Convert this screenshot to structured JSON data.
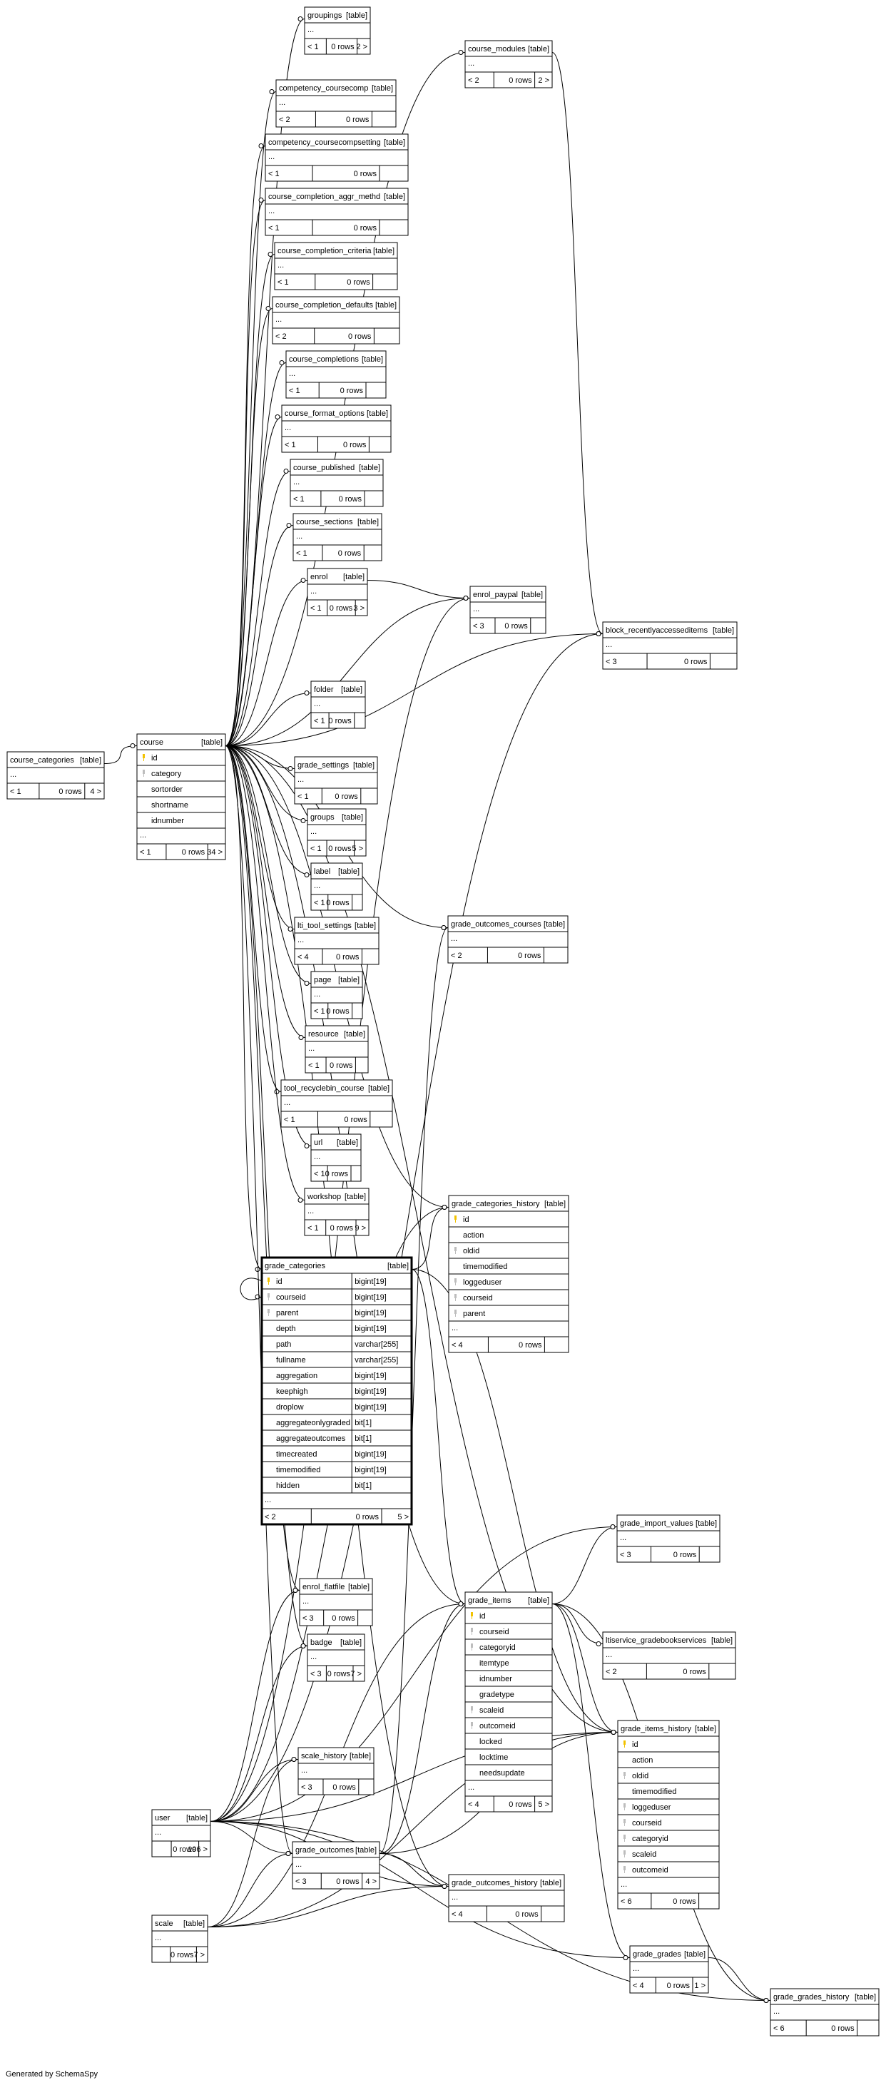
{
  "footer": "Generated by SchemaSpy",
  "colors": {
    "line": "#000000",
    "background": "#ffffff",
    "key": "#f2c200",
    "foreign_key": "#bdbdbd"
  },
  "tables": [
    {
      "id": "groupings",
      "name": "groupings",
      "tag": "[table]",
      "rows": [],
      "footer": [
        "< 1",
        "0 rows",
        "2 >"
      ]
    },
    {
      "id": "course_modules",
      "name": "course_modules",
      "tag": "[table]",
      "rows": [],
      "footer": [
        "< 2",
        "0 rows",
        "2 >"
      ]
    },
    {
      "id": "competency_coursecomp",
      "name": "competency_coursecomp",
      "tag": "[table]",
      "rows": [],
      "footer": [
        "< 2",
        "0 rows",
        ""
      ]
    },
    {
      "id": "competency_coursecompsetting",
      "name": "competency_coursecompsetting",
      "tag": "[table]",
      "rows": [],
      "footer": [
        "< 1",
        "0 rows",
        ""
      ]
    },
    {
      "id": "course_completion_aggr_methd",
      "name": "course_completion_aggr_methd",
      "tag": "[table]",
      "rows": [],
      "footer": [
        "< 1",
        "0 rows",
        ""
      ]
    },
    {
      "id": "course_completion_criteria",
      "name": "course_completion_criteria",
      "tag": "[table]",
      "rows": [],
      "footer": [
        "< 1",
        "0 rows",
        ""
      ]
    },
    {
      "id": "course_completion_defaults",
      "name": "course_completion_defaults",
      "tag": "[table]",
      "rows": [],
      "footer": [
        "< 2",
        "0 rows",
        ""
      ]
    },
    {
      "id": "course_completions",
      "name": "course_completions",
      "tag": "[table]",
      "rows": [],
      "footer": [
        "< 1",
        "0 rows",
        ""
      ]
    },
    {
      "id": "course_format_options",
      "name": "course_format_options",
      "tag": "[table]",
      "rows": [],
      "footer": [
        "< 1",
        "0 rows",
        ""
      ]
    },
    {
      "id": "course_published",
      "name": "course_published",
      "tag": "[table]",
      "rows": [],
      "footer": [
        "< 1",
        "0 rows",
        ""
      ]
    },
    {
      "id": "course_sections",
      "name": "course_sections",
      "tag": "[table]",
      "rows": [],
      "footer": [
        "< 1",
        "0 rows",
        ""
      ]
    },
    {
      "id": "enrol",
      "name": "enrol",
      "tag": "[table]",
      "rows": [],
      "footer": [
        "< 1",
        "0 rows",
        "3 >"
      ]
    },
    {
      "id": "enrol_paypal",
      "name": "enrol_paypal",
      "tag": "[table]",
      "rows": [],
      "footer": [
        "< 3",
        "0 rows",
        ""
      ]
    },
    {
      "id": "block_recentlyaccesseditems",
      "name": "block_recentlyaccesseditems",
      "tag": "[table]",
      "rows": [],
      "footer": [
        "< 3",
        "0 rows",
        ""
      ]
    },
    {
      "id": "course_categories",
      "name": "course_categories",
      "tag": "[table]",
      "rows": [],
      "footer": [
        "< 1",
        "0 rows",
        "4 >"
      ]
    },
    {
      "id": "course",
      "name": "course",
      "tag": "[table]",
      "rows": [
        {
          "n": "id",
          "k": "pk"
        },
        {
          "n": "category",
          "k": "fk"
        },
        {
          "n": "sortorder"
        },
        {
          "n": "shortname"
        },
        {
          "n": "idnumber"
        }
      ],
      "footer": [
        "< 1",
        "0 rows",
        "34 >"
      ]
    },
    {
      "id": "folder",
      "name": "folder",
      "tag": "[table]",
      "rows": [],
      "footer": [
        "< 1",
        "0 rows",
        ""
      ]
    },
    {
      "id": "grade_settings",
      "name": "grade_settings",
      "tag": "[table]",
      "rows": [],
      "footer": [
        "< 1",
        "0 rows",
        ""
      ]
    },
    {
      "id": "groups",
      "name": "groups",
      "tag": "[table]",
      "rows": [],
      "footer": [
        "< 1",
        "0 rows",
        "5 >"
      ]
    },
    {
      "id": "label",
      "name": "label",
      "tag": "[table]",
      "rows": [],
      "footer": [
        "< 1",
        "0 rows",
        ""
      ]
    },
    {
      "id": "lti_tool_settings",
      "name": "lti_tool_settings",
      "tag": "[table]",
      "rows": [],
      "footer": [
        "< 4",
        "0 rows",
        ""
      ]
    },
    {
      "id": "grade_outcomes_courses",
      "name": "grade_outcomes_courses",
      "tag": "[table]",
      "rows": [],
      "footer": [
        "< 2",
        "0 rows",
        ""
      ]
    },
    {
      "id": "page",
      "name": "page",
      "tag": "[table]",
      "rows": [],
      "footer": [
        "< 1",
        "0 rows",
        ""
      ]
    },
    {
      "id": "resource",
      "name": "resource",
      "tag": "[table]",
      "rows": [],
      "footer": [
        "< 1",
        "0 rows",
        ""
      ]
    },
    {
      "id": "tool_recyclebin_course",
      "name": "tool_recyclebin_course",
      "tag": "[table]",
      "rows": [],
      "footer": [
        "< 1",
        "0 rows",
        ""
      ]
    },
    {
      "id": "url",
      "name": "url",
      "tag": "[table]",
      "rows": [],
      "footer": [
        "< 1",
        "0 rows",
        ""
      ]
    },
    {
      "id": "workshop",
      "name": "workshop",
      "tag": "[table]",
      "rows": [],
      "footer": [
        "< 1",
        "0 rows",
        "9 >"
      ]
    },
    {
      "id": "grade_categories_history",
      "name": "grade_categories_history",
      "tag": "[table]",
      "rows": [
        {
          "n": "id",
          "k": "pk"
        },
        {
          "n": "action"
        },
        {
          "n": "oldid",
          "k": "fk"
        },
        {
          "n": "timemodified"
        },
        {
          "n": "loggeduser",
          "k": "fk"
        },
        {
          "n": "courseid",
          "k": "fk"
        },
        {
          "n": "parent",
          "k": "fk"
        }
      ],
      "footer": [
        "< 4",
        "0 rows",
        ""
      ]
    },
    {
      "id": "grade_categories",
      "name": "grade_categories",
      "tag": "[table]",
      "rows": [
        {
          "n": "id",
          "k": "pk",
          "t": "bigint[19]"
        },
        {
          "n": "courseid",
          "k": "fk",
          "t": "bigint[19]"
        },
        {
          "n": "parent",
          "k": "fk",
          "t": "bigint[19]"
        },
        {
          "n": "depth",
          "t": "bigint[19]"
        },
        {
          "n": "path",
          "t": "varchar[255]"
        },
        {
          "n": "fullname",
          "t": "varchar[255]"
        },
        {
          "n": "aggregation",
          "t": "bigint[19]"
        },
        {
          "n": "keephigh",
          "t": "bigint[19]"
        },
        {
          "n": "droplow",
          "t": "bigint[19]"
        },
        {
          "n": "aggregateonlygraded",
          "t": "bit[1]"
        },
        {
          "n": "aggregateoutcomes",
          "t": "bit[1]"
        },
        {
          "n": "timecreated",
          "t": "bigint[19]"
        },
        {
          "n": "timemodified",
          "t": "bigint[19]"
        },
        {
          "n": "hidden",
          "t": "bit[1]"
        }
      ],
      "footer": [
        "< 2",
        "0 rows",
        "5 >"
      ]
    },
    {
      "id": "grade_import_values",
      "name": "grade_import_values",
      "tag": "[table]",
      "rows": [],
      "footer": [
        "< 3",
        "0 rows",
        ""
      ]
    },
    {
      "id": "enrol_flatfile",
      "name": "enrol_flatfile",
      "tag": "[table]",
      "rows": [],
      "footer": [
        "< 3",
        "0 rows",
        ""
      ]
    },
    {
      "id": "grade_items",
      "name": "grade_items",
      "tag": "[table]",
      "rows": [
        {
          "n": "id",
          "k": "pk"
        },
        {
          "n": "courseid",
          "k": "fk"
        },
        {
          "n": "categoryid",
          "k": "fk"
        },
        {
          "n": "itemtype"
        },
        {
          "n": "idnumber"
        },
        {
          "n": "gradetype"
        },
        {
          "n": "scaleid",
          "k": "fk"
        },
        {
          "n": "outcomeid",
          "k": "fk"
        },
        {
          "n": "locked"
        },
        {
          "n": "locktime"
        },
        {
          "n": "needsupdate"
        }
      ],
      "footer": [
        "< 4",
        "0 rows",
        "5 >"
      ]
    },
    {
      "id": "ltiservice_gradebookservices",
      "name": "ltiservice_gradebookservices",
      "tag": "[table]",
      "rows": [],
      "footer": [
        "< 2",
        "0 rows",
        ""
      ]
    },
    {
      "id": "badge",
      "name": "badge",
      "tag": "[table]",
      "rows": [],
      "footer": [
        "< 3",
        "0 rows",
        "7 >"
      ]
    },
    {
      "id": "grade_items_history",
      "name": "grade_items_history",
      "tag": "[table]",
      "rows": [
        {
          "n": "id",
          "k": "pk"
        },
        {
          "n": "action"
        },
        {
          "n": "oldid",
          "k": "fk"
        },
        {
          "n": "timemodified"
        },
        {
          "n": "loggeduser",
          "k": "fk"
        },
        {
          "n": "courseid",
          "k": "fk"
        },
        {
          "n": "categoryid",
          "k": "fk"
        },
        {
          "n": "scaleid",
          "k": "fk"
        },
        {
          "n": "outcomeid",
          "k": "fk"
        }
      ],
      "footer": [
        "< 6",
        "0 rows",
        ""
      ]
    },
    {
      "id": "scale_history",
      "name": "scale_history",
      "tag": "[table]",
      "rows": [],
      "footer": [
        "< 3",
        "0 rows",
        ""
      ]
    },
    {
      "id": "user",
      "name": "user",
      "tag": "[table]",
      "rows": [],
      "footer": [
        "",
        "0 rows",
        "106 >"
      ]
    },
    {
      "id": "grade_outcomes",
      "name": "grade_outcomes",
      "tag": "[table]",
      "rows": [],
      "footer": [
        "< 3",
        "0 rows",
        "4 >"
      ]
    },
    {
      "id": "grade_outcomes_history",
      "name": "grade_outcomes_history",
      "tag": "[table]",
      "rows": [],
      "footer": [
        "< 4",
        "0 rows",
        ""
      ]
    },
    {
      "id": "scale",
      "name": "scale",
      "tag": "[table]",
      "rows": [],
      "footer": [
        "",
        "0 rows",
        "7 >"
      ]
    },
    {
      "id": "grade_grades",
      "name": "grade_grades",
      "tag": "[table]",
      "rows": [],
      "footer": [
        "< 4",
        "0 rows",
        "1 >"
      ]
    },
    {
      "id": "grade_grades_history",
      "name": "grade_grades_history",
      "tag": "[table]",
      "rows": [],
      "footer": [
        "< 6",
        "0 rows",
        ""
      ]
    }
  ],
  "relations": [
    [
      "groupings",
      "course"
    ],
    [
      "course_modules",
      "course"
    ],
    [
      "competency_coursecomp",
      "course"
    ],
    [
      "competency_coursecompsetting",
      "course"
    ],
    [
      "course_completion_aggr_methd",
      "course"
    ],
    [
      "course_completion_criteria",
      "course"
    ],
    [
      "course_completion_defaults",
      "course"
    ],
    [
      "course_completions",
      "course"
    ],
    [
      "course_format_options",
      "course"
    ],
    [
      "course_published",
      "course"
    ],
    [
      "course_sections",
      "course"
    ],
    [
      "enrol",
      "course"
    ],
    [
      "enrol_paypal",
      "course"
    ],
    [
      "enrol_paypal",
      "enrol"
    ],
    [
      "enrol_paypal",
      "user"
    ],
    [
      "block_recentlyaccesseditems",
      "course"
    ],
    [
      "block_recentlyaccesseditems",
      "course_modules"
    ],
    [
      "block_recentlyaccesseditems",
      "user"
    ],
    [
      "course",
      "course_categories"
    ],
    [
      "folder",
      "course"
    ],
    [
      "grade_settings",
      "course"
    ],
    [
      "groups",
      "course"
    ],
    [
      "label",
      "course"
    ],
    [
      "lti_tool_settings",
      "course"
    ],
    [
      "grade_outcomes_courses",
      "course"
    ],
    [
      "grade_outcomes_courses",
      "grade_outcomes"
    ],
    [
      "page",
      "course"
    ],
    [
      "resource",
      "course"
    ],
    [
      "tool_recyclebin_course",
      "course"
    ],
    [
      "url",
      "course"
    ],
    [
      "workshop",
      "course"
    ],
    [
      "grade_categories_history",
      "grade_categories"
    ],
    [
      "grade_categories_history",
      "user"
    ],
    [
      "grade_categories_history",
      "course"
    ],
    [
      "grade_categories",
      "course"
    ],
    [
      "grade_categories",
      "grade_categories"
    ],
    [
      "grade_import_values",
      "grade_items"
    ],
    [
      "grade_import_values",
      "user"
    ],
    [
      "enrol_flatfile",
      "course"
    ],
    [
      "enrol_flatfile",
      "user"
    ],
    [
      "grade_items",
      "course"
    ],
    [
      "grade_items",
      "grade_categories"
    ],
    [
      "grade_items",
      "scale"
    ],
    [
      "grade_items",
      "grade_outcomes"
    ],
    [
      "ltiservice_gradebookservices",
      "grade_items"
    ],
    [
      "badge",
      "course"
    ],
    [
      "badge",
      "user"
    ],
    [
      "grade_items_history",
      "grade_items"
    ],
    [
      "grade_items_history",
      "user"
    ],
    [
      "grade_items_history",
      "course"
    ],
    [
      "grade_items_history",
      "grade_categories"
    ],
    [
      "grade_items_history",
      "scale"
    ],
    [
      "grade_items_history",
      "grade_outcomes"
    ],
    [
      "scale_history",
      "scale"
    ],
    [
      "scale_history",
      "user"
    ],
    [
      "grade_outcomes",
      "course"
    ],
    [
      "grade_outcomes",
      "scale"
    ],
    [
      "grade_outcomes",
      "user"
    ],
    [
      "grade_outcomes_history",
      "grade_outcomes"
    ],
    [
      "grade_outcomes_history",
      "course"
    ],
    [
      "grade_outcomes_history",
      "scale"
    ],
    [
      "grade_outcomes_history",
      "user"
    ],
    [
      "grade_grades",
      "grade_items"
    ],
    [
      "grade_grades",
      "user"
    ],
    [
      "grade_grades_history",
      "grade_grades"
    ],
    [
      "grade_grades_history",
      "grade_items"
    ],
    [
      "grade_grades_history",
      "user"
    ]
  ]
}
